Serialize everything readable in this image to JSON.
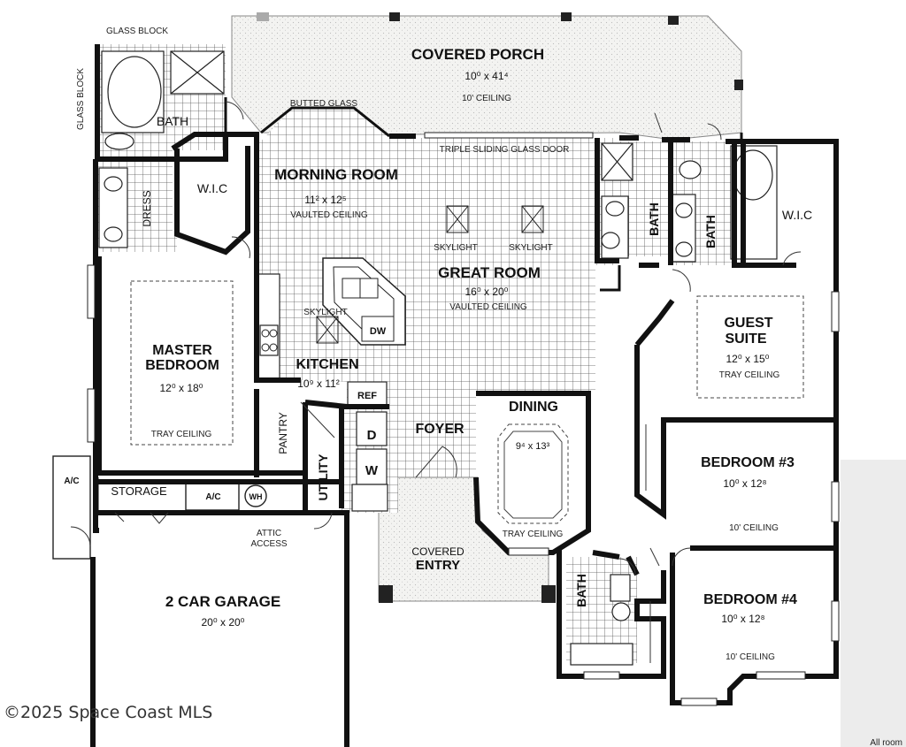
{
  "porch": {
    "name": "COVERED PORCH",
    "dim": "10⁰ x 41⁴",
    "ceiling": "10' CEILING"
  },
  "labels": {
    "glass_block_top": "GLASS BLOCK",
    "glass_block_side": "GLASS BLOCK",
    "butted_glass": "BUTTED GLASS",
    "triple_sliding": "TRIPLE SLIDING GLASS DOOR",
    "bath": "BATH",
    "dress": "DRESS",
    "wic": "W.I.C",
    "skylight": "SKYLIGHT",
    "dw": "DW",
    "ref": "REF",
    "d": "D",
    "w": "W",
    "pantry": "PANTRY",
    "utility": "UTILITY",
    "storage": "STORAGE",
    "ac": "A/C",
    "wh": "WH",
    "attic": "ATTIC",
    "access": "ACCESS",
    "foyer": "FOYER",
    "covered": "COVERED",
    "entry": "ENTRY",
    "tray": "TRAY CEILING",
    "ten_ceiling": "10' CEILING"
  },
  "rooms": {
    "morning": {
      "name": "MORNING ROOM",
      "dim": "11² x 12⁵",
      "ceiling": "VAULTED CEILING"
    },
    "great": {
      "name": "GREAT ROOM",
      "dim": "16⁰ x 20⁰",
      "ceiling": "VAULTED CEILING"
    },
    "master": {
      "name1": "MASTER",
      "name2": "BEDROOM",
      "dim": "12⁰ x 18⁰"
    },
    "kitchen": {
      "name": "KITCHEN",
      "dim": "10⁹ x 11²"
    },
    "dining": {
      "name": "DINING",
      "dim": "9⁴ x 13³"
    },
    "guest": {
      "name1": "GUEST",
      "name2": "SUITE",
      "dim": "12⁰ x 15⁰"
    },
    "bed3": {
      "name": "BEDROOM #3",
      "dim": "10⁰ x 12⁸"
    },
    "bed4": {
      "name": "BEDROOM #4",
      "dim": "10⁰ x 12⁸"
    },
    "garage": {
      "name": "2 CAR GARAGE",
      "dim": "20⁰ x 20⁰"
    }
  },
  "watermark": "©2025 Space Coast MLS",
  "corner_note": "All room"
}
